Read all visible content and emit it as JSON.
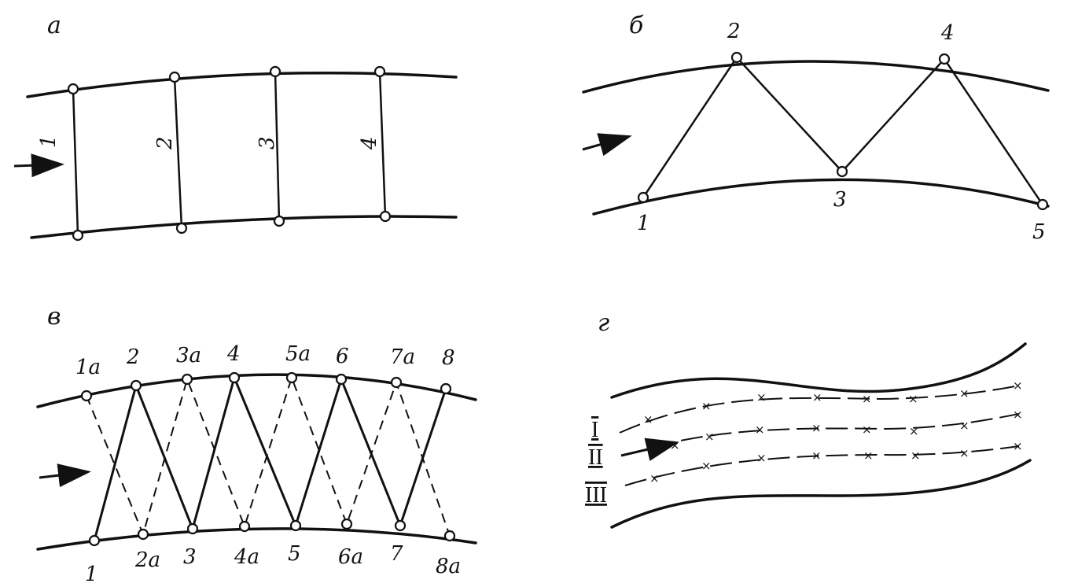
{
  "panels": {
    "a": {
      "letter": "a",
      "labels": [
        "1",
        "2",
        "3",
        "4"
      ]
    },
    "b": {
      "letter": "б",
      "labels": [
        "1",
        "2",
        "3",
        "4",
        "5"
      ]
    },
    "c": {
      "letter": "в",
      "top_labels": [
        "1a",
        "2",
        "3a",
        "4",
        "5a",
        "6",
        "7a",
        "8"
      ],
      "bottom_labels": [
        "1",
        "2a",
        "3",
        "4a",
        "5",
        "6a",
        "7",
        "8a"
      ]
    },
    "d": {
      "letter": "г",
      "lines": [
        "I",
        "II",
        "III"
      ]
    }
  }
}
